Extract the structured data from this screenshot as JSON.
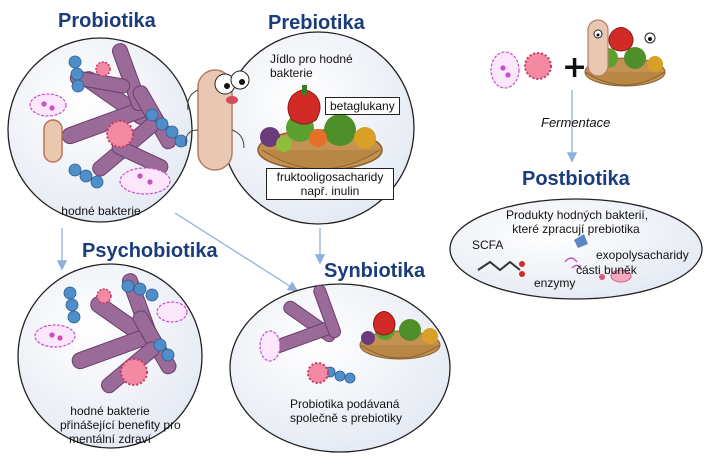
{
  "headings": {
    "probiotika": "Probiotika",
    "prebiotika": "Prebiotika",
    "psychobiotika": "Psychobiotika",
    "synbiotika": "Synbiotika",
    "postbiotika": "Postbiotika"
  },
  "probiotika": {
    "caption": "hodné bakterie"
  },
  "prebiotika": {
    "caption_line1": "Jídlo pro hodné",
    "caption_line2": "bakterie",
    "betaglukany": "betaglukany",
    "fos_line1": "fruktooligosacharidy",
    "fos_line2": "např. inulin"
  },
  "psychobiotika": {
    "caption_line1": "hodné bakterie",
    "caption_line2": "přinášející benefity pro",
    "caption_line3": "mentální zdraví"
  },
  "synbiotika": {
    "caption_line1": "Probiotika podávaná",
    "caption_line2": "společně s prebiotiky"
  },
  "top_right": {
    "plus": "+",
    "fermentace": "Fermentace"
  },
  "postbiotika": {
    "desc_line1": "Produkty hodných bakterií,",
    "desc_line2": "které zpracují prebiotika",
    "scfa": "SCFA",
    "exopolysacharidy": "exopolysacharidy",
    "enzymy": "enzymy",
    "casti_bunek": "části buněk"
  },
  "colors": {
    "heading": "#1a3b7c",
    "circle_edge": "#222222",
    "circle_fill": "#eef1f7",
    "arrow": "#8fb0dc",
    "rod_bacteria": "#8b5a8a",
    "cocci_chain": "#4f8ec9",
    "spiky_cell": "#e0537a",
    "pink_cell": "#c84fc8",
    "basket": "#b88744",
    "pepper": "#d22a26",
    "vegetables": "#5aa130"
  },
  "icons": [
    "rod-bacteria-icon",
    "cocci-chain-icon",
    "spiky-cell-icon",
    "flagellated-cell-icon",
    "veg-basket-icon",
    "cartoon-bacterium-icon",
    "molecule-icon"
  ]
}
